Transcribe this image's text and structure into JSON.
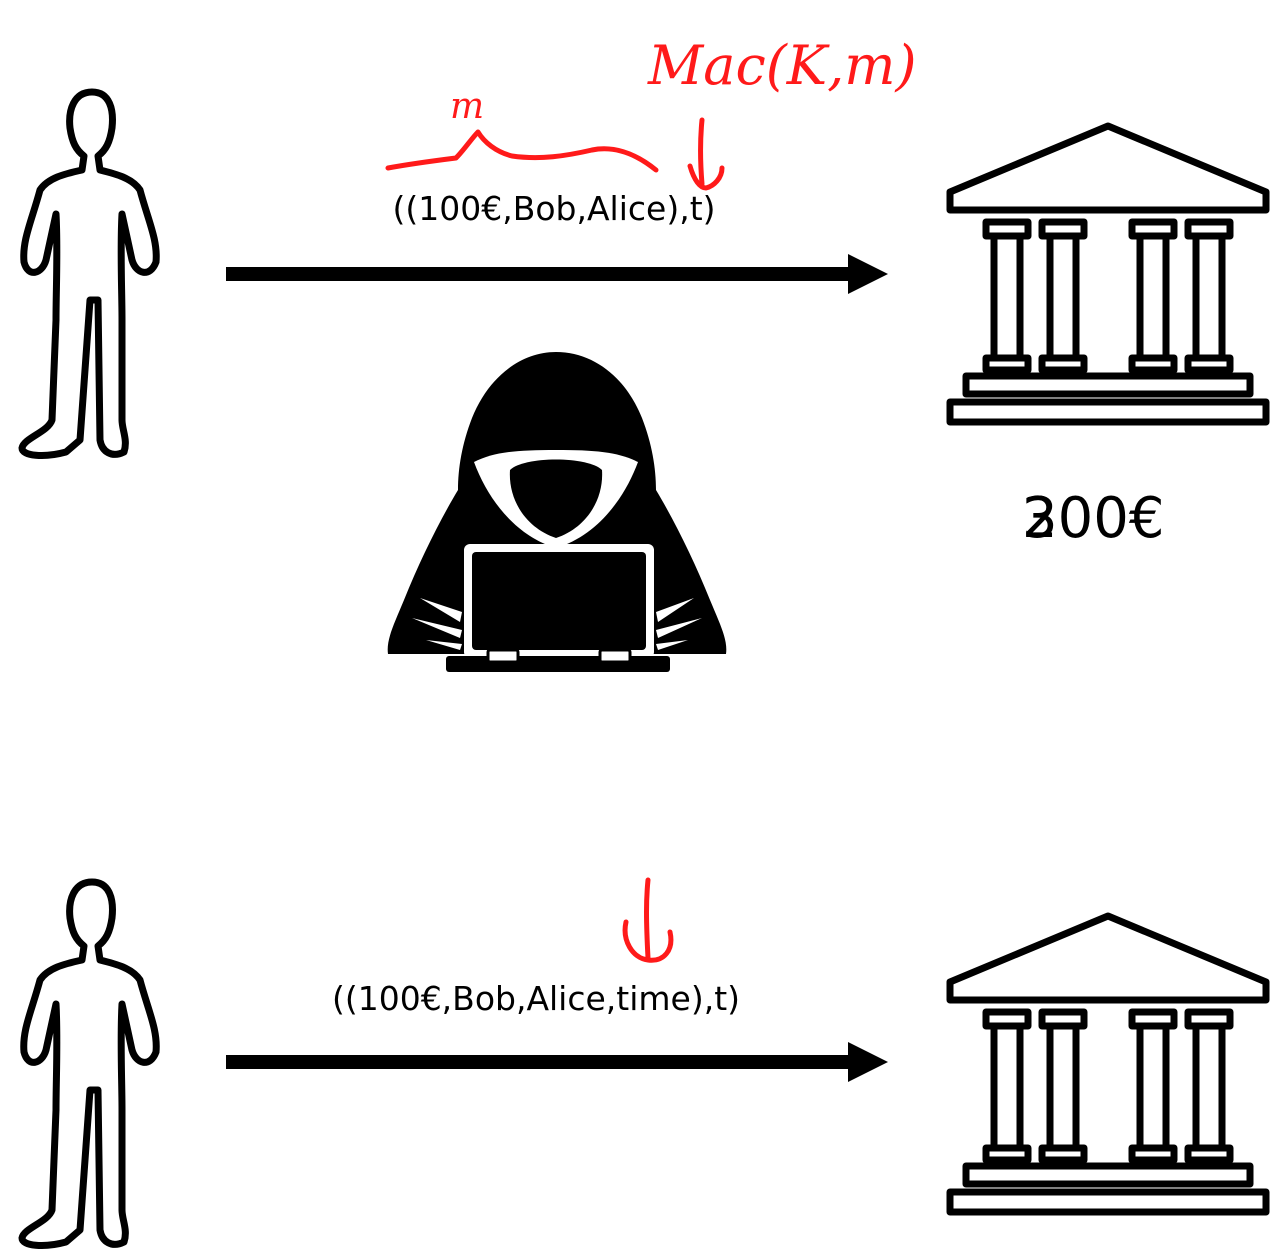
{
  "top_scene": {
    "message": "((100€,Bob,Alice),t)",
    "bank_balance_a": "3",
    "bank_balance_b": "200€",
    "annotation_m": "m",
    "annotation_mac": "Mac(K,m)"
  },
  "bottom_scene": {
    "message": "((100€,Bob,Alice,time),t)"
  },
  "colors": {
    "ink": "#ff1a1a",
    "stroke": "#000000"
  },
  "icons": [
    "person-icon",
    "bank-icon",
    "hacker-icon",
    "arrow-icon"
  ]
}
